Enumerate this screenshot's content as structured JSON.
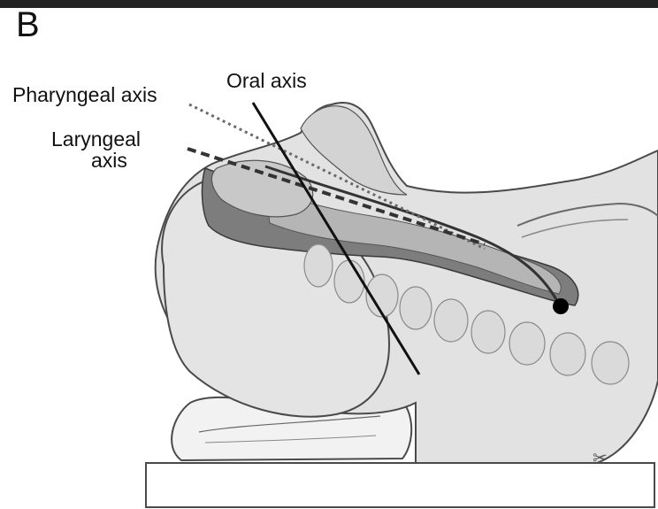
{
  "panel_label": "B",
  "labels": {
    "oral_axis": "Oral axis",
    "pharyngeal_axis": "Pharyngeal axis",
    "laryngeal_axis_line1": "Laryngeal",
    "laryngeal_axis_line2": "axis"
  },
  "colors": {
    "background": "#ffffff",
    "skin_fill": "#e2e2e2",
    "outline": "#4a4a4a",
    "airway_dark": "#7d7d7d",
    "axis_line": "#111111",
    "pharyngeal_dots": "#6a6a6a",
    "laryngeal_dashes": "#333333"
  }
}
